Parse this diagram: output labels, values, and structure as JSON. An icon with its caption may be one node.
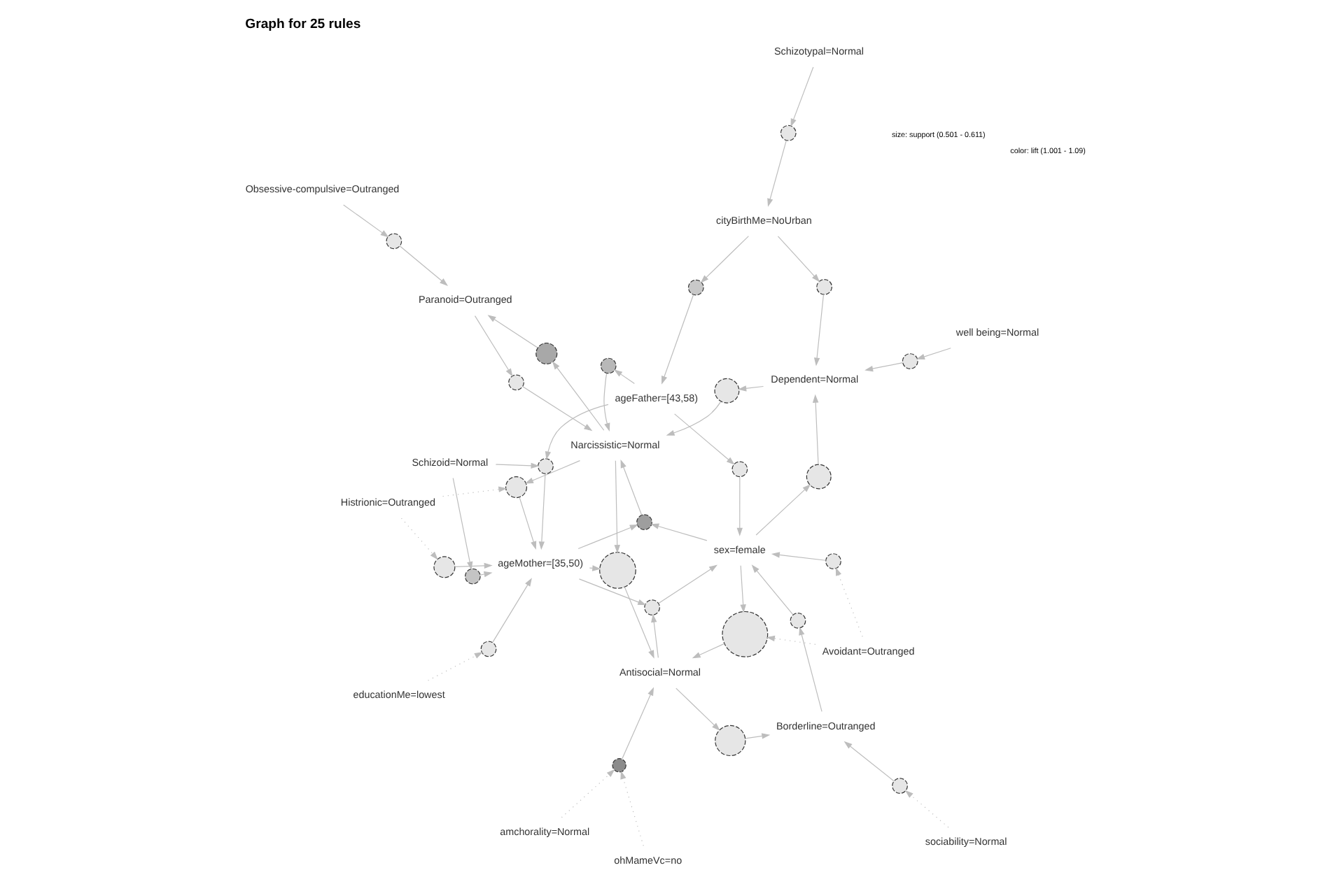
{
  "diagram": {
    "title": "Graph for 25 rules",
    "nodes": [
      {
        "text": [
          "amchorality=Normal"
        ]
      },
      {
        "text": [
          "ohMameVc=no"
        ]
      },
      {
        "text": [
          "Histrionic=Outranged"
        ]
      },
      {
        "text": [
          "sociability=Normal"
        ]
      },
      {
        "text": [
          "Avoidant=Outranged"
        ]
      },
      {
        "text": [
          "educationMe=lowest"
        ]
      },
      {
        "text": [
          "Antisocial=Normal"
        ]
      },
      {
        "text": [
          "sex=female"
        ]
      },
      {
        "text": [
          "ageMother=[35,50)"
        ]
      },
      {
        "text": [
          "Borderline=Outranged"
        ]
      },
      {
        "text": [
          "cityBirthMe=NoUrban"
        ]
      },
      {
        "text": [
          "Narcissistic=Normal"
        ]
      },
      {
        "text": [
          "ageFather=[43,58)"
        ]
      },
      {
        "text": [
          "Schizoid=Normal"
        ]
      },
      {
        "text": [
          "Paranoid=Outranged"
        ]
      },
      {
        "text": [
          "Dependent=Normal"
        ]
      },
      {
        "text": [
          "well being=Normal"
        ]
      },
      {
        "text": [
          "Schizotypal=Normal"
        ]
      },
      {
        "text": [
          "Obsessive-compulsive=Outranged"
        ]
      },
      {
        "text": [],
        "shape": "circle"
      },
      {
        "text": [],
        "shape": "circle"
      },
      {
        "text": [],
        "shape": "circle"
      },
      {
        "text": [],
        "shape": "circle"
      },
      {
        "text": [],
        "shape": "circle"
      },
      {
        "text": [],
        "shape": "circle"
      },
      {
        "text": [],
        "shape": "circle"
      },
      {
        "text": [],
        "shape": "circle"
      },
      {
        "text": [],
        "shape": "circle"
      },
      {
        "text": [],
        "shape": "circle"
      },
      {
        "text": [],
        "shape": "circle"
      },
      {
        "text": [],
        "shape": "circle"
      },
      {
        "text": [],
        "shape": "circle"
      },
      {
        "text": [],
        "shape": "circle"
      },
      {
        "text": [],
        "shape": "circle"
      },
      {
        "text": [],
        "shape": "circle"
      },
      {
        "text": [],
        "shape": "circle"
      },
      {
        "text": [],
        "shape": "circle"
      },
      {
        "text": [],
        "shape": "circle"
      },
      {
        "text": [],
        "shape": "circle"
      },
      {
        "text": [],
        "shape": "circle"
      },
      {
        "text": [],
        "shape": "circle"
      },
      {
        "text": [],
        "shape": "circle"
      },
      {
        "text": [],
        "shape": "circle"
      },
      {
        "text": [],
        "shape": "circle"
      }
    ],
    "edges": [
      {
        "from": 0,
        "to": 19,
        "arrow": "to",
        "style": "dashed"
      },
      {
        "from": 1,
        "to": 19,
        "arrow": "to",
        "style": "dashed"
      },
      {
        "from": 19,
        "to": 6,
        "arrow": "to"
      },
      {
        "from": 4,
        "to": 20,
        "arrow": "to",
        "style": "dashed"
      },
      {
        "from": 7,
        "to": 20,
        "arrow": "to"
      },
      {
        "from": 20,
        "to": 6,
        "arrow": "to"
      },
      {
        "from": 8,
        "to": 21,
        "arrow": "to"
      },
      {
        "from": 11,
        "to": 21,
        "arrow": "to"
      },
      {
        "from": 21,
        "to": 6,
        "arrow": "to"
      },
      {
        "from": 2,
        "to": 22,
        "arrow": "to",
        "style": "dashed"
      },
      {
        "from": 22,
        "to": 8,
        "arrow": "to"
      },
      {
        "from": 2,
        "to": 23,
        "arrow": "to",
        "style": "dashed"
      },
      {
        "from": 11,
        "to": 23,
        "arrow": "to"
      },
      {
        "from": 23,
        "to": 8,
        "arrow": "to"
      },
      {
        "from": 4,
        "to": 24,
        "arrow": "to",
        "style": "dashed"
      },
      {
        "from": 24,
        "to": 7,
        "arrow": "to"
      },
      {
        "from": 3,
        "to": 25,
        "arrow": "to",
        "style": "dashed"
      },
      {
        "from": 25,
        "to": 9,
        "arrow": "to"
      },
      {
        "from": 6,
        "to": 26,
        "arrow": "to"
      },
      {
        "from": 26,
        "to": 9,
        "arrow": "to"
      },
      {
        "from": 7,
        "to": 27,
        "arrow": "to"
      },
      {
        "from": 8,
        "to": 27,
        "arrow": "to"
      },
      {
        "from": 27,
        "to": 11,
        "arrow": "to"
      },
      {
        "from": 6,
        "to": 28,
        "arrow": "to"
      },
      {
        "from": 8,
        "to": 28,
        "arrow": "to"
      },
      {
        "from": 28,
        "to": 7,
        "arrow": "to"
      },
      {
        "from": 9,
        "to": 29,
        "arrow": "to"
      },
      {
        "from": 29,
        "to": 7,
        "arrow": "to"
      },
      {
        "from": 5,
        "to": 30,
        "arrow": "to",
        "style": "dashed"
      },
      {
        "from": 30,
        "to": 8,
        "arrow": "to"
      },
      {
        "from": 12,
        "to": 31,
        "arrow": "to"
      },
      {
        "from": 31,
        "to": 11,
        "arrow": "to"
      },
      {
        "from": 13,
        "to": 32,
        "arrow": "to"
      },
      {
        "from": 32,
        "to": 8,
        "arrow": "to"
      },
      {
        "from": 11,
        "to": 33,
        "arrow": "to"
      },
      {
        "from": 33,
        "to": 14,
        "arrow": "to"
      },
      {
        "from": 13,
        "to": 34,
        "arrow": "to"
      },
      {
        "from": 12,
        "to": 34,
        "arrow": "to"
      },
      {
        "from": 34,
        "to": 8,
        "arrow": "to"
      },
      {
        "from": 10,
        "to": 35,
        "arrow": "to"
      },
      {
        "from": 35,
        "to": 12,
        "arrow": "to"
      },
      {
        "from": 10,
        "to": 36,
        "arrow": "to"
      },
      {
        "from": 36,
        "to": 15,
        "arrow": "to"
      },
      {
        "from": 7,
        "to": 37,
        "arrow": "to"
      },
      {
        "from": 37,
        "to": 15,
        "arrow": "to"
      },
      {
        "from": 12,
        "to": 38,
        "arrow": "to"
      },
      {
        "from": 38,
        "to": 7,
        "arrow": "to"
      },
      {
        "from": 14,
        "to": 39,
        "arrow": "to"
      },
      {
        "from": 39,
        "to": 11,
        "arrow": "to"
      },
      {
        "from": 16,
        "to": 40,
        "arrow": "to"
      },
      {
        "from": 40,
        "to": 15,
        "arrow": "to"
      },
      {
        "from": 17,
        "to": 41,
        "arrow": "to"
      },
      {
        "from": 41,
        "to": 10,
        "arrow": "to"
      },
      {
        "from": 15,
        "to": 42,
        "arrow": "to"
      },
      {
        "from": 42,
        "to": 11,
        "arrow": "to"
      },
      {
        "from": 18,
        "to": 43,
        "arrow": "to"
      },
      {
        "from": 43,
        "to": 14,
        "arrow": "to"
      }
    ],
    "labels": [
      "size: support (0.501 - 0.611)",
      "color: lift (1.001 - 1.09)"
    ]
  }
}
